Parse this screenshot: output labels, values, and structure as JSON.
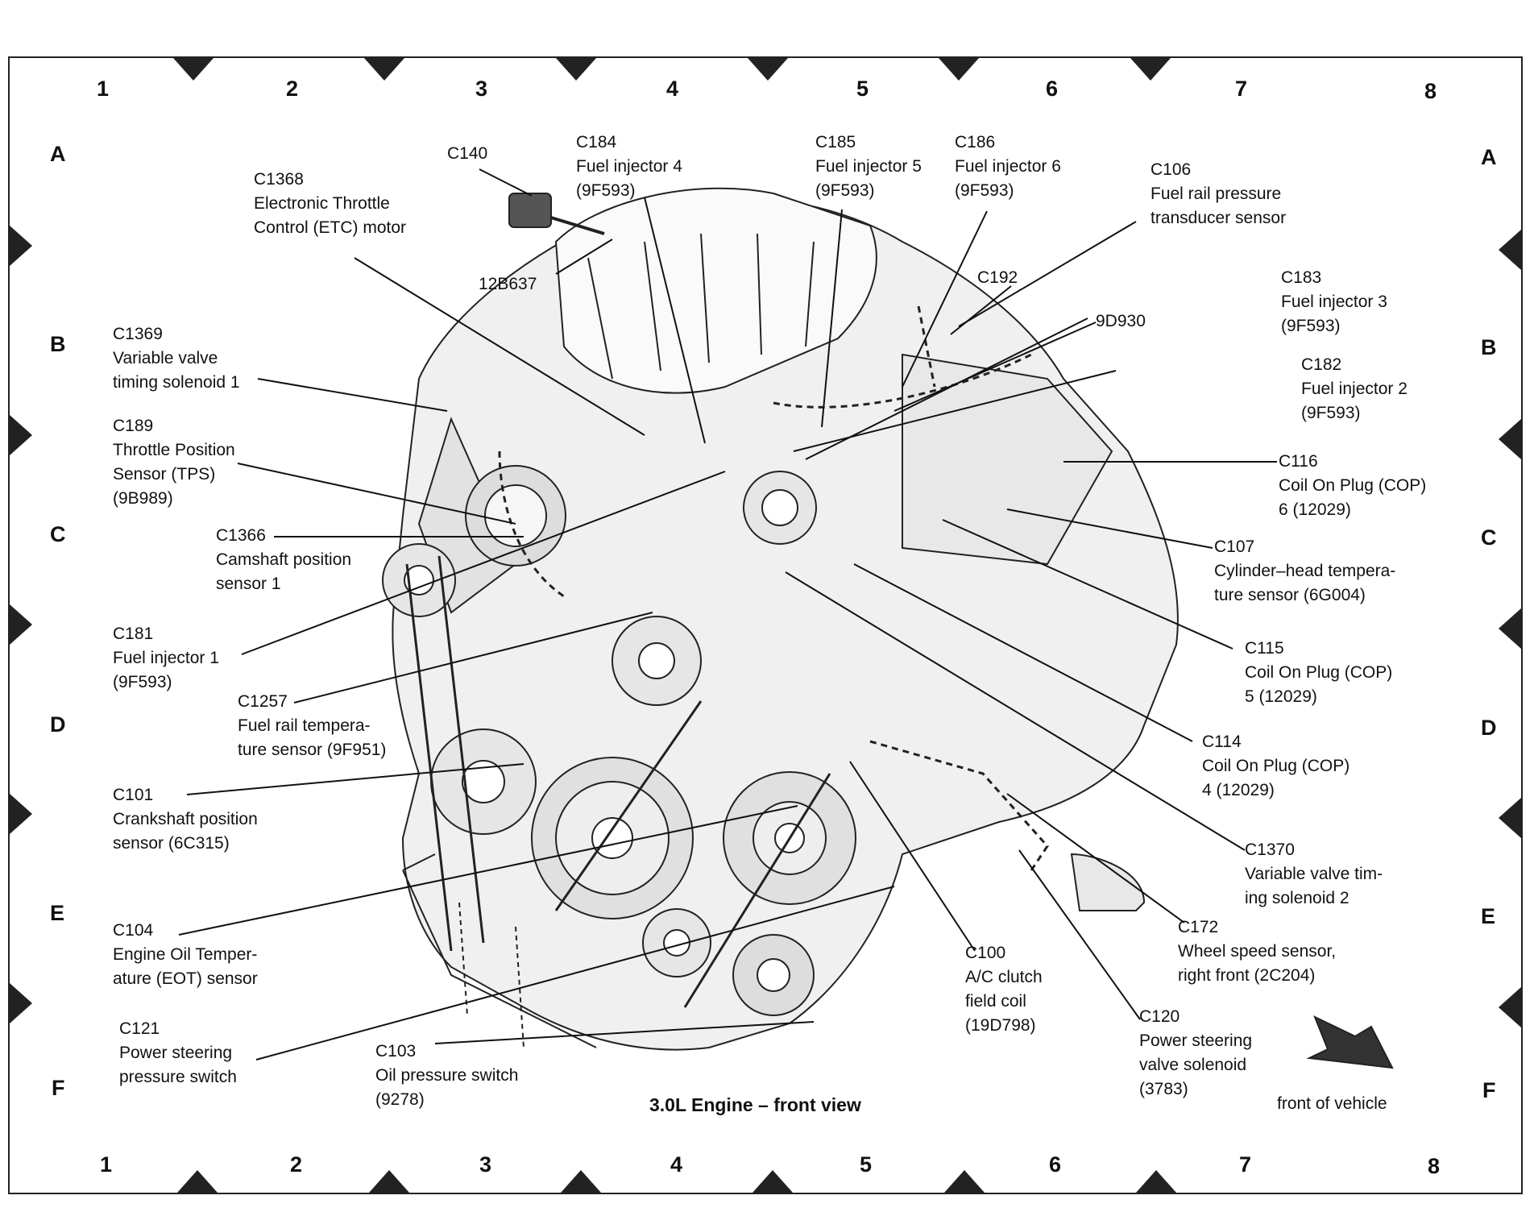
{
  "diagram": {
    "title": "3.0L Engine – front view",
    "front_of_vehicle": "front of vehicle",
    "grid": {
      "columns": [
        "1",
        "2",
        "3",
        "4",
        "5",
        "6",
        "7",
        "8"
      ],
      "rows": [
        "A",
        "B",
        "C",
        "D",
        "E",
        "F"
      ]
    },
    "callouts": [
      {
        "id": "c140",
        "lines": [
          "C140"
        ]
      },
      {
        "id": "c184",
        "lines": [
          "C184",
          "Fuel injector 4",
          "(9F593)"
        ]
      },
      {
        "id": "c185",
        "lines": [
          "C185",
          "Fuel injector 5",
          "(9F593)"
        ]
      },
      {
        "id": "c186",
        "lines": [
          "C186",
          "Fuel injector 6",
          "(9F593)"
        ]
      },
      {
        "id": "c106",
        "lines": [
          "C106",
          "Fuel rail pressure",
          "transducer sensor"
        ]
      },
      {
        "id": "c1368",
        "lines": [
          "C1368",
          "Electronic Throttle",
          "Control (ETC) motor"
        ]
      },
      {
        "id": "12b637",
        "lines": [
          "12B637"
        ]
      },
      {
        "id": "c192",
        "lines": [
          "C192"
        ]
      },
      {
        "id": "c183",
        "lines": [
          "C183",
          "Fuel injector 3",
          "(9F593)"
        ]
      },
      {
        "id": "9d930",
        "lines": [
          "9D930"
        ]
      },
      {
        "id": "c1369",
        "lines": [
          "C1369",
          "Variable valve",
          "timing solenoid 1"
        ]
      },
      {
        "id": "c182",
        "lines": [
          "C182",
          "Fuel injector 2",
          "(9F593)"
        ]
      },
      {
        "id": "c189",
        "lines": [
          "C189",
          "Throttle Position",
          "Sensor (TPS)",
          "(9B989)"
        ]
      },
      {
        "id": "c116",
        "lines": [
          "C116",
          "Coil On Plug (COP)",
          "6 (12029)"
        ]
      },
      {
        "id": "c1366",
        "lines": [
          "C1366",
          "Camshaft position",
          "sensor 1"
        ]
      },
      {
        "id": "c107",
        "lines": [
          "C107",
          "Cylinder–head tempera-",
          "ture sensor (6G004)"
        ]
      },
      {
        "id": "c181",
        "lines": [
          "C181",
          "Fuel injector 1",
          "(9F593)"
        ]
      },
      {
        "id": "c115",
        "lines": [
          "C115",
          "Coil On Plug (COP)",
          "5 (12029)"
        ]
      },
      {
        "id": "c1257",
        "lines": [
          "C1257",
          "Fuel rail tempera-",
          "ture sensor (9F951)"
        ]
      },
      {
        "id": "c114",
        "lines": [
          "C114",
          "Coil On Plug (COP)",
          "4 (12029)"
        ]
      },
      {
        "id": "c101",
        "lines": [
          "C101",
          "Crankshaft position",
          "sensor (6C315)"
        ]
      },
      {
        "id": "c1370",
        "lines": [
          "C1370",
          "Variable valve tim-",
          "ing solenoid 2"
        ]
      },
      {
        "id": "c104",
        "lines": [
          "C104",
          "Engine Oil Temper-",
          "ature (EOT) sensor"
        ]
      },
      {
        "id": "c100",
        "lines": [
          "C100",
          "A/C clutch",
          "field coil",
          "(19D798)"
        ]
      },
      {
        "id": "c172",
        "lines": [
          "C172",
          "Wheel speed sensor,",
          "right front (2C204)"
        ]
      },
      {
        "id": "c121",
        "lines": [
          "C121",
          "Power steering",
          "pressure switch"
        ]
      },
      {
        "id": "c103",
        "lines": [
          "C103",
          "Oil pressure switch",
          "(9278)"
        ]
      },
      {
        "id": "c120",
        "lines": [
          "C120",
          "Power steering",
          "valve solenoid",
          "(3783)"
        ]
      }
    ]
  }
}
